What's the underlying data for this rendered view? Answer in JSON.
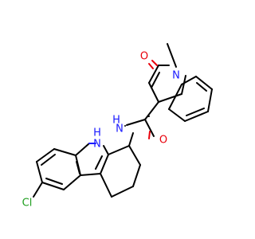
{
  "molecule": {
    "atoms": {
      "carbazole_nh_label": "H",
      "carbazole_n_label": "N",
      "amide_n_label": "N",
      "amide_h_label": "H",
      "amide_o_label": "O",
      "quinolinone_o_label": "O",
      "quinolinone_n_label": "N",
      "chlorine_label": "Cl"
    },
    "colors": {
      "bond": "#000000",
      "nitrogen": "#1a1aff",
      "oxygen": "#e8000b",
      "chlorine": "#1e9e1e"
    }
  }
}
